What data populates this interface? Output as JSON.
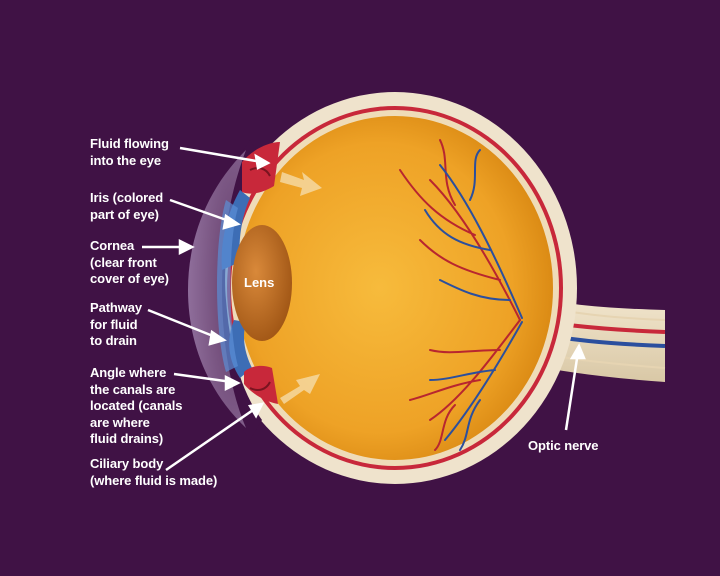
{
  "labels": {
    "fluid_in": "Fluid flowing\ninto the eye",
    "iris": "Iris (colored\npart of eye)",
    "cornea": "Cornea\n(clear front\ncover of eye)",
    "pathway": "Pathway\nfor fluid\nto drain",
    "angle": "Angle where\nthe canals are\nlocated (canals\nare where\nfluid drains)",
    "ciliary": "Ciliary body\n(where fluid is made)",
    "lens": "Lens",
    "optic_nerve": "Optic nerve"
  },
  "colors": {
    "background": "#401245",
    "sclera": "#efe3cc",
    "choroid": "#c8283a",
    "vitreous_center": "#f5b232",
    "vitreous_edge": "#d98910",
    "lens": "#b8661c",
    "iris": "#3d6db5",
    "vessel_red": "#b8262f",
    "vessel_blue": "#2b4f9e",
    "arrow": "#ffffff"
  }
}
